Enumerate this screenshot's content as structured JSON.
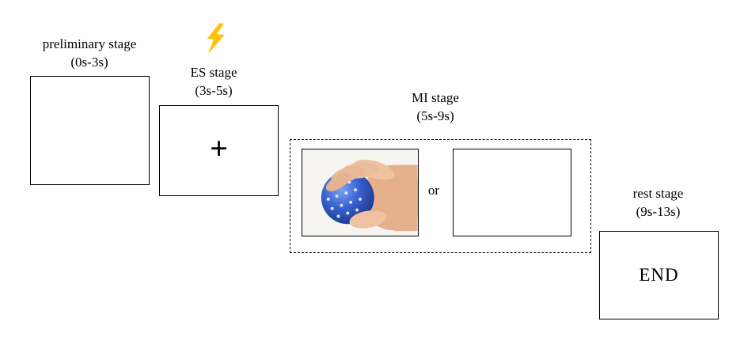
{
  "stages": [
    {
      "label": "preliminary stage",
      "time": "(0s-3s)",
      "content": ""
    },
    {
      "label": "ES stage",
      "time": "(3s-5s)",
      "content": "+"
    },
    {
      "label": "MI stage",
      "time": "(5s-9s)",
      "or_text": "or",
      "image": "hand-squeezing-blue-spiky-ball"
    },
    {
      "label": "rest stage",
      "time": "(9s-13s)",
      "content": "END"
    }
  ],
  "icons": {
    "lightning_bolt": "⚡"
  },
  "colors": {
    "lightning": "#FFC20E",
    "ball_blue": "#2B57C8",
    "outline": "#000000"
  }
}
